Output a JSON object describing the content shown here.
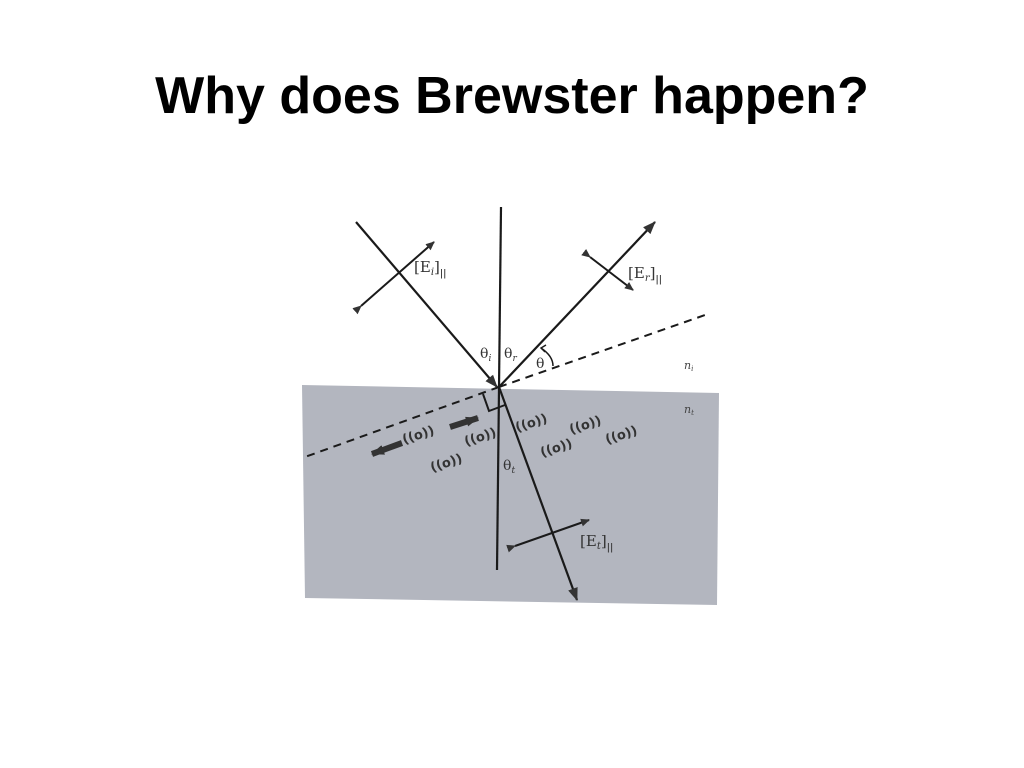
{
  "slide": {
    "title": "Why does Brewster happen?"
  },
  "diagram": {
    "colors": {
      "medium": "#b3b6bf",
      "line": "#1a1a1a",
      "arrow": "#333333"
    },
    "labels": {
      "incident_field": "[E",
      "incident_sub": "i",
      "reflected_field": "[E",
      "reflected_sub": "r",
      "transmitted_field": "[E",
      "transmitted_sub": "t",
      "parallel": "]",
      "parallel_mark": "||",
      "theta": "θ",
      "theta_i_sub": "i",
      "theta_r_sub": "r",
      "theta_t_sub": "t",
      "n_incident": "n",
      "n_incident_sub": "i",
      "n_transmitted": "n",
      "n_transmitted_sub": "t",
      "oscillator": "((o))"
    }
  }
}
